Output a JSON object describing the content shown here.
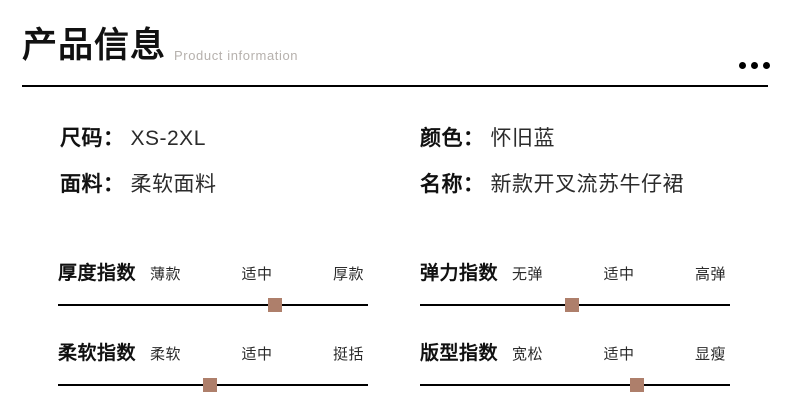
{
  "header": {
    "title": "产品信息",
    "subtitle": "Product information",
    "dots_count": 3,
    "rule_color": "#000000"
  },
  "specs": {
    "left": [
      {
        "label": "尺码：",
        "value": "XS-2XL"
      },
      {
        "label": "面料：",
        "value": "柔软面料"
      }
    ],
    "right": [
      {
        "label": "颜色：",
        "value": "怀旧蓝"
      },
      {
        "label": "名称：",
        "value": "新款开叉流苏牛仔裙"
      }
    ]
  },
  "meters": {
    "marker_color": "#ae7f6b",
    "items": [
      {
        "title": "厚度指数",
        "options": [
          "薄款",
          "适中",
          "厚款"
        ],
        "selected_index": 1,
        "marker_percent": 70,
        "column": 0,
        "row": 0
      },
      {
        "title": "弹力指数",
        "options": [
          "无弹",
          "适中",
          "高弹"
        ],
        "selected_index": 0,
        "marker_percent": 49,
        "column": 1,
        "row": 0
      },
      {
        "title": "柔软指数",
        "options": [
          "柔软",
          "适中",
          "挺括"
        ],
        "selected_index": 0,
        "marker_percent": 49,
        "column": 0,
        "row": 1
      },
      {
        "title": "版型指数",
        "options": [
          "宽松",
          "适中",
          "显瘦"
        ],
        "selected_index": 1,
        "marker_percent": 70,
        "column": 1,
        "row": 1
      }
    ]
  }
}
